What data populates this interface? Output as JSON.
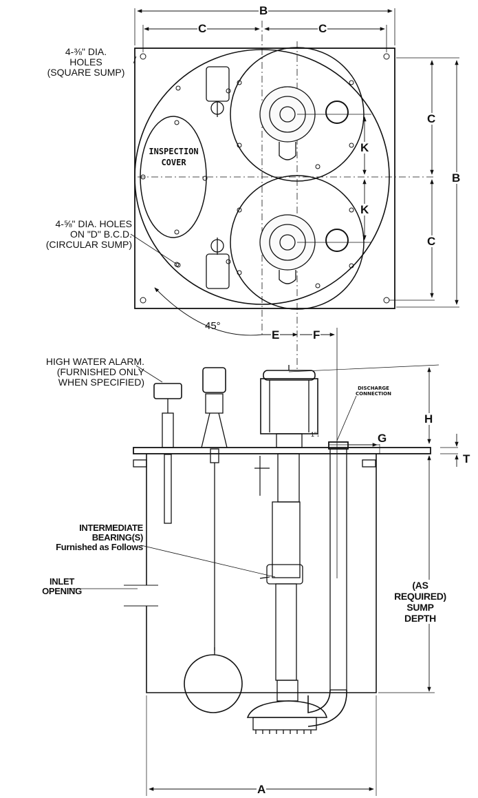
{
  "labels": {
    "square_holes": [
      "4-⅜\" DIA.",
      "HOLES",
      "(SQUARE SUMP)"
    ],
    "inspection_cover": [
      "INSPECTION",
      "COVER"
    ],
    "circular_holes": [
      "4-⅝\" DIA. HOLES",
      "ON \"D\" B.C.D.",
      "(CIRCULAR SUMP)"
    ],
    "angle": "45°",
    "high_water_alarm": [
      "HIGH WATER ALARM.",
      "(FURNISHED ONLY",
      "WHEN SPECIFIED)"
    ],
    "discharge_connection": [
      "DISCHARGE",
      "CONNECTION"
    ],
    "intermediate_bearing": [
      "INTERMEDIATE",
      "BEARING(S)",
      "Furnished as Follows"
    ],
    "inlet_opening": [
      "INLET",
      "OPENING"
    ],
    "sump_depth": [
      "(AS",
      "REQUIRED)",
      "SUMP",
      "DEPTH"
    ],
    "one_inch": "1\"↓"
  },
  "dimensions": {
    "b_top": "B",
    "c_left": "C",
    "c_right": "C",
    "b_right": "B",
    "c_upper": "C",
    "c_lower": "C",
    "k_upper": "K",
    "k_lower": "K",
    "e": "E",
    "f": "F",
    "h": "H",
    "g": "G",
    "t": "T",
    "a": "A"
  }
}
